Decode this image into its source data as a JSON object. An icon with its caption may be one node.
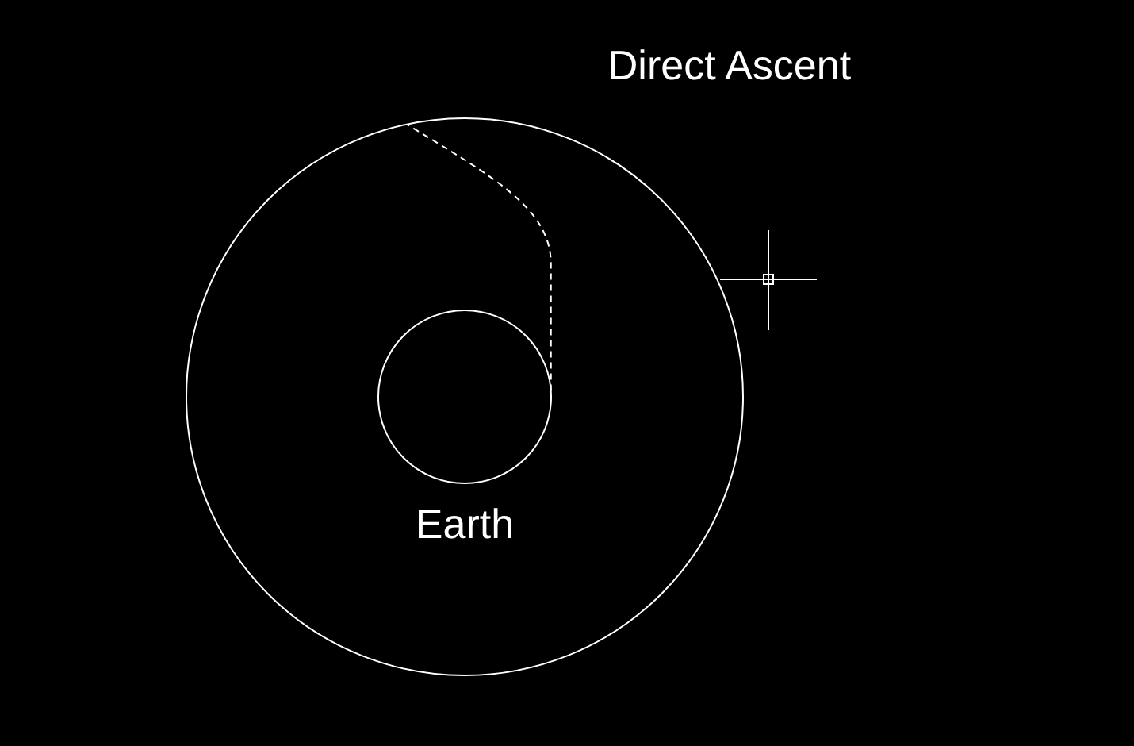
{
  "diagram": {
    "title": "Direct Ascent",
    "nodes": [
      {
        "text": [],
        "shape": "circle"
      },
      {
        "text": [
          "Earth"
        ],
        "in": 0
      }
    ],
    "edges": [
      {
        "from": 1,
        "to": 0,
        "arrow": "none",
        "style": "dashed"
      }
    ]
  }
}
